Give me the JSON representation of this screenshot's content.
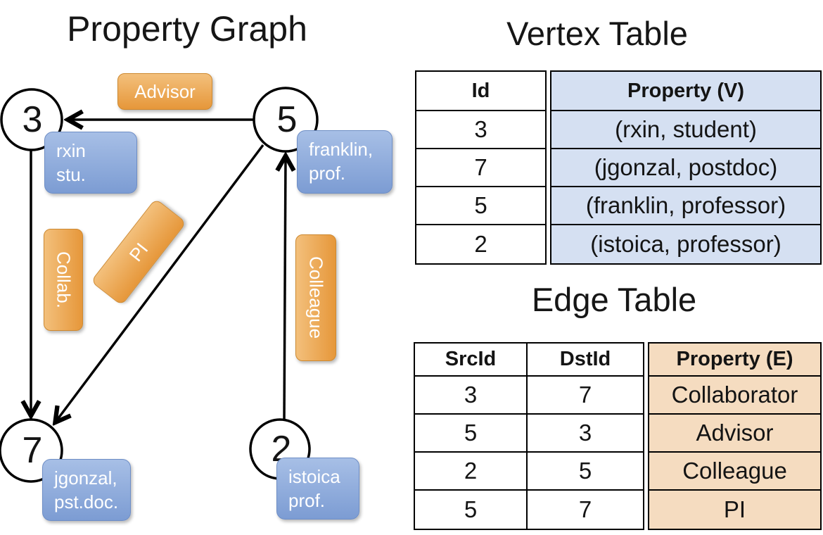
{
  "graph": {
    "title": "Property Graph",
    "nodes": [
      {
        "id": "3",
        "prop_line1": "rxin",
        "prop_line2": "stu."
      },
      {
        "id": "5",
        "prop_line1": "franklin,",
        "prop_line2": "prof."
      },
      {
        "id": "7",
        "prop_line1": "jgonzal,",
        "prop_line2": "pst.doc."
      },
      {
        "id": "2",
        "prop_line1": "istoica",
        "prop_line2": "prof."
      }
    ],
    "edge_labels": {
      "advisor": "Advisor",
      "collab": "Collab.",
      "pi": "PI",
      "colleague": "Colleague"
    }
  },
  "vertex_table": {
    "title": "Vertex Table",
    "columns": {
      "id": "Id",
      "property": "Property (V)"
    },
    "rows": [
      {
        "id": "3",
        "property": "(rxin, student)"
      },
      {
        "id": "7",
        "property": "(jgonzal, postdoc)"
      },
      {
        "id": "5",
        "property": "(franklin, professor)"
      },
      {
        "id": "2",
        "property": "(istoica, professor)"
      }
    ]
  },
  "edge_table": {
    "title": "Edge Table",
    "columns": {
      "src": "SrcId",
      "dst": "DstId",
      "property": "Property (E)"
    },
    "rows": [
      {
        "src": "3",
        "dst": "7",
        "property": "Collaborator"
      },
      {
        "src": "5",
        "dst": "3",
        "property": "Advisor"
      },
      {
        "src": "2",
        "dst": "5",
        "property": "Colleague"
      },
      {
        "src": "5",
        "dst": "7",
        "property": "PI"
      }
    ]
  },
  "colors": {
    "edge_label_orange": "#ECA04C",
    "vertex_label_blue": "#8FA8DC",
    "vertex_table_fill": "#D5E0F2",
    "edge_table_fill": "#F5DCC0",
    "line": "#000000"
  }
}
